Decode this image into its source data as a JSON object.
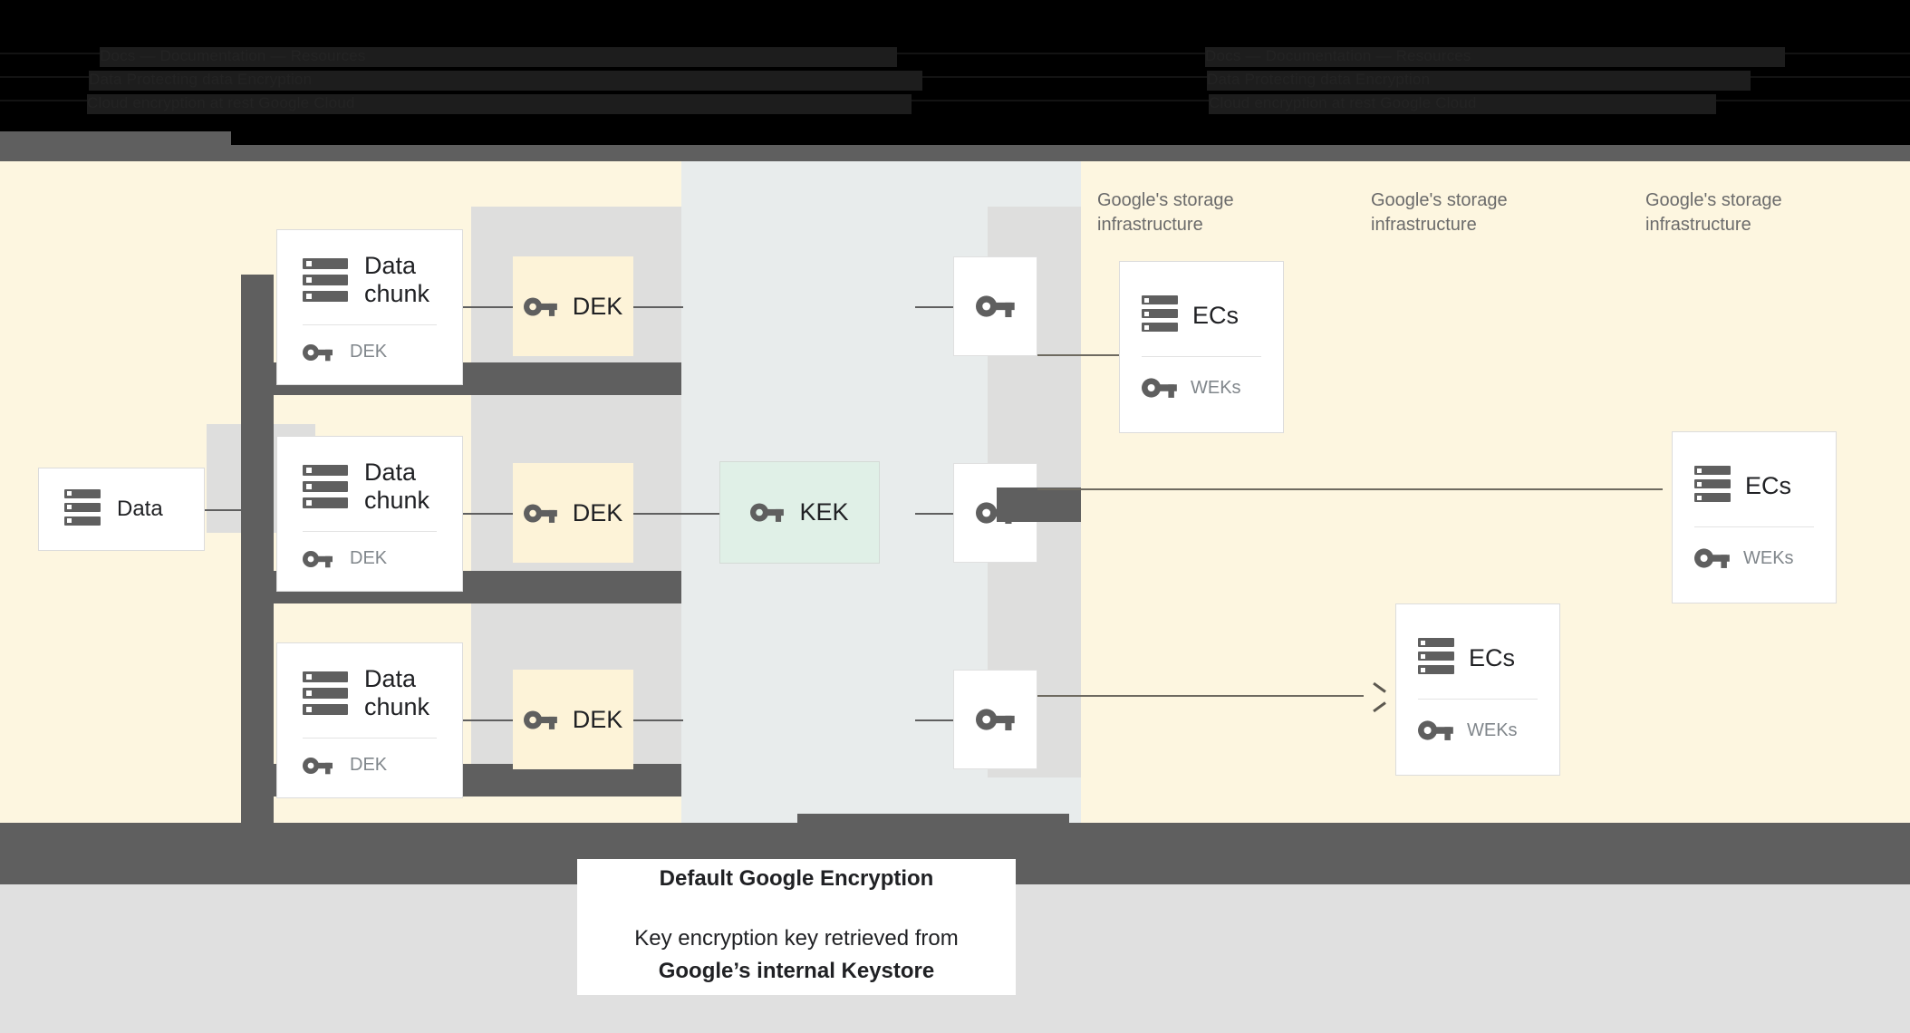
{
  "topbar": {
    "obscured": true,
    "redacted_lines": [
      "Docs  —  Documentation  —  Resources",
      "Data      Protecting data      Encryption",
      "Cloud      encryption at rest      Google Cloud"
    ]
  },
  "figure": {
    "source_node": {
      "label": "Data",
      "icon": "server-icon"
    },
    "chunks": [
      {
        "label": "Data\nchunk",
        "icon": "server-icon",
        "key_label": "DEK",
        "key_icon": "key-icon"
      },
      {
        "label": "Data\nchunk",
        "icon": "server-icon",
        "key_label": "DEK",
        "key_icon": "key-icon"
      },
      {
        "label": "Data\nchunk",
        "icon": "server-icon",
        "key_label": "DEK",
        "key_icon": "key-icon"
      }
    ],
    "dek_chips": [
      {
        "label": "DEK",
        "icon": "key-icon"
      },
      {
        "label": "DEK",
        "icon": "key-icon"
      },
      {
        "label": "DEK",
        "icon": "key-icon"
      }
    ],
    "kek_chip": {
      "label": "KEK",
      "icon": "key-icon"
    },
    "wrapped_keys": [
      {
        "label": "",
        "icon": "key-icon"
      },
      {
        "label": "",
        "icon": "key-icon"
      },
      {
        "label": "",
        "icon": "key-icon"
      }
    ],
    "storage_captions": [
      "Google's storage\ninfrastructure",
      "Google's storage\ninfrastructure",
      "Google's storage\ninfrastructure"
    ],
    "ec_cards": [
      {
        "label": "ECs",
        "icon": "server-icon",
        "key_label": "WEKs",
        "key_icon": "key-icon"
      },
      {
        "label": "ECs",
        "icon": "server-icon",
        "key_label": "WEKs",
        "key_icon": "key-icon"
      },
      {
        "label": "ECs",
        "icon": "server-icon",
        "key_label": "WEKs",
        "key_icon": "key-icon"
      }
    ]
  },
  "legend": {
    "title": "Default Google Encryption",
    "body_line1": "Key encryption key retrieved from",
    "body_line2": "Google’s internal Keystore"
  },
  "colors": {
    "cream": "#fdf6e0",
    "mid_panel": "#e8ecec",
    "grey_block": "#dededd",
    "dark_grey": "#5f5f5f",
    "dek_yellow": "#fdf3d8",
    "kek_green": "#e0f0e7",
    "page_grey": "#e0e0e0",
    "text_dark": "#202124",
    "text_muted": "#80868b"
  }
}
